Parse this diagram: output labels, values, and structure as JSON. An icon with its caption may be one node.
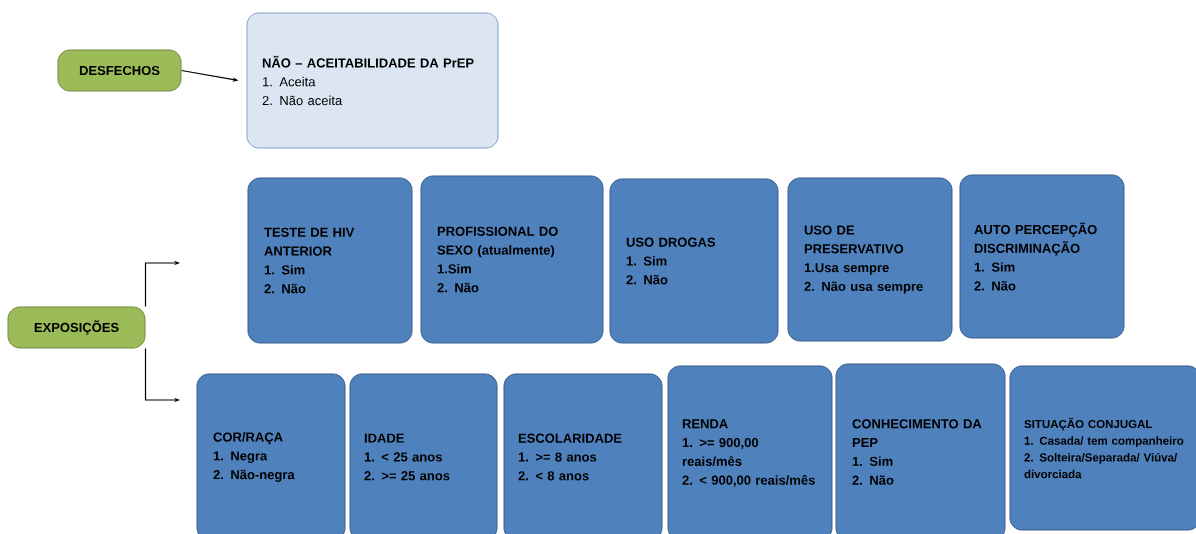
{
  "diagram": {
    "nodes": [
      {
        "text": [
          "DESFECHOS"
        ]
      },
      {
        "text": [
          "NÃO – ACEITABILIDADE DA PrEP",
          "1. Aceita",
          "2. Não aceita"
        ]
      },
      {
        "text": [
          "EXPOSIÇÕES"
        ]
      },
      {
        "text": [
          "TESTE DE HIV ANTERIOR",
          "1. Sim",
          "2. Não"
        ]
      },
      {
        "text": [
          "PROFISSIONAL DO SEXO (atualmente)",
          "1.Sim",
          "2. Não"
        ]
      },
      {
        "text": [
          "USO DROGAS",
          "1. Sim",
          "2. Não"
        ]
      },
      {
        "text": [
          "USO DE PRESERVATIVO",
          "1.Usa sempre",
          "2. Não usa sempre"
        ]
      },
      {
        "text": [
          "AUTO PERCEPÇÃO DISCRIMINAÇÃO",
          "1. Sim",
          "2. Não"
        ]
      },
      {
        "text": [
          "COR/RAÇA",
          "1. Negra",
          "2. Não-negra"
        ]
      },
      {
        "text": [
          "IDADE",
          "1. < 25 anos",
          "2. >= 25 anos"
        ]
      },
      {
        "text": [
          "ESCOLARIDADE",
          "1. >= 8 anos",
          "2. < 8 anos"
        ]
      },
      {
        "text": [
          "RENDA",
          "1. >= 900,00 reais/mês",
          "2. < 900,00 reais/mês"
        ]
      },
      {
        "text": [
          "CONHECIMENTO DA PEP",
          "1. Sim",
          "2. Não"
        ]
      },
      {
        "text": [
          "SITUAÇÃO CONJUGAL",
          "1. Casada/ tem companheiro",
          "2. Solteira/Separada/ Viúva/ divorciada"
        ]
      }
    ],
    "edges": [
      {
        "from": 0,
        "to": 1,
        "arrow": "to"
      },
      {
        "from": 2,
        "to": null,
        "arrow": "to"
      },
      {
        "from": 2,
        "to": null,
        "arrow": "to"
      }
    ]
  }
}
